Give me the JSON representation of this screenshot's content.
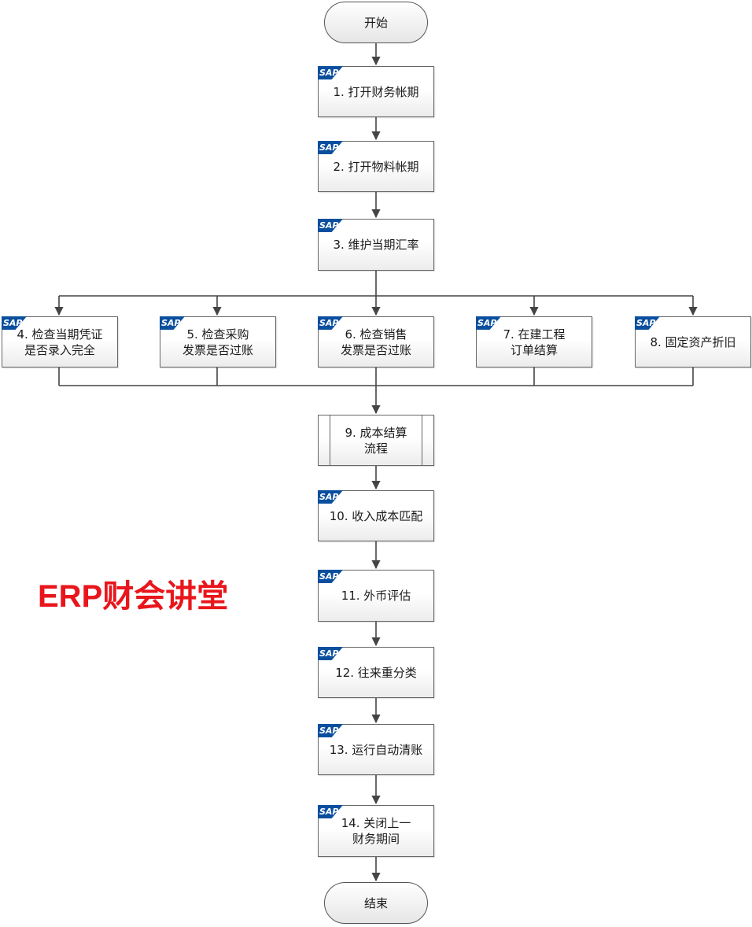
{
  "flow": {
    "start": "开始",
    "end": "结束",
    "badge": "SAP",
    "steps": [
      {
        "id": "s1",
        "label": "1. 打开财务帐期"
      },
      {
        "id": "s2",
        "label": "2. 打开物料帐期"
      },
      {
        "id": "s3",
        "label": "3. 维护当期汇率"
      },
      {
        "id": "s4",
        "label": "4. 检查当期凭证\n是否录入完全"
      },
      {
        "id": "s5",
        "label": "5. 检查采购\n发票是否过账"
      },
      {
        "id": "s6",
        "label": "6. 检查销售\n发票是否过账"
      },
      {
        "id": "s7",
        "label": "7. 在建工程\n订单结算"
      },
      {
        "id": "s8",
        "label": "8. 固定资产折旧"
      },
      {
        "id": "s9",
        "label": "9. 成本结算\n流程"
      },
      {
        "id": "s10",
        "label": "10. 收入成本匹配"
      },
      {
        "id": "s11",
        "label": "11. 外币评估"
      },
      {
        "id": "s12",
        "label": "12. 往来重分类"
      },
      {
        "id": "s13",
        "label": "13. 运行自动清账"
      },
      {
        "id": "s14",
        "label": "14. 关闭上一\n财务期间"
      }
    ]
  },
  "watermark": "ERP财会讲堂"
}
